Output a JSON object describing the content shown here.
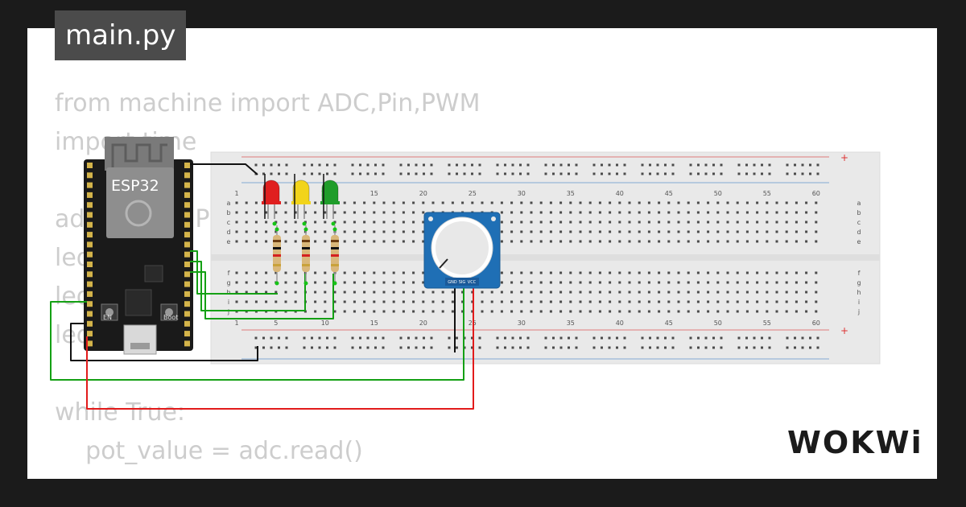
{
  "header": {
    "file_name": "main.py"
  },
  "code_lines": [
    "from machine import ADC,Pin,PWM",
    "import time",
    "",
    "adc = ADC(Pin(",
    "led",
    "led",
    "led",
    "",
    "while True:",
    "    pot_value = adc.read()",
    ""
  ],
  "board": {
    "chip_label": "ESP32",
    "en_label": "EN",
    "boot_label": "Boot"
  },
  "breadboard": {
    "column_numbers": [
      "1",
      "5",
      "10",
      "15",
      "20",
      "25",
      "30",
      "35",
      "40",
      "45",
      "50",
      "55",
      "60"
    ],
    "top_rows": [
      "a",
      "b",
      "c",
      "d",
      "e"
    ],
    "bottom_rows": [
      "f",
      "g",
      "h",
      "i",
      "j"
    ]
  },
  "leds": [
    {
      "name": "red-led",
      "color": "#e01f1f"
    },
    {
      "name": "yellow-led",
      "color": "#f2d41a"
    },
    {
      "name": "green-led",
      "color": "#1f9d2a"
    }
  ],
  "potentiometer": {
    "pins": [
      "GND",
      "SIG",
      "VCC"
    ]
  },
  "brand": {
    "logo": "WOKWi"
  },
  "colors": {
    "wire_green": "#14a014",
    "wire_red": "#e21b1b",
    "wire_black": "#111111",
    "board": "#1a1a1a",
    "pot_body": "#1f6fb5",
    "breadboard": "#ececec"
  }
}
